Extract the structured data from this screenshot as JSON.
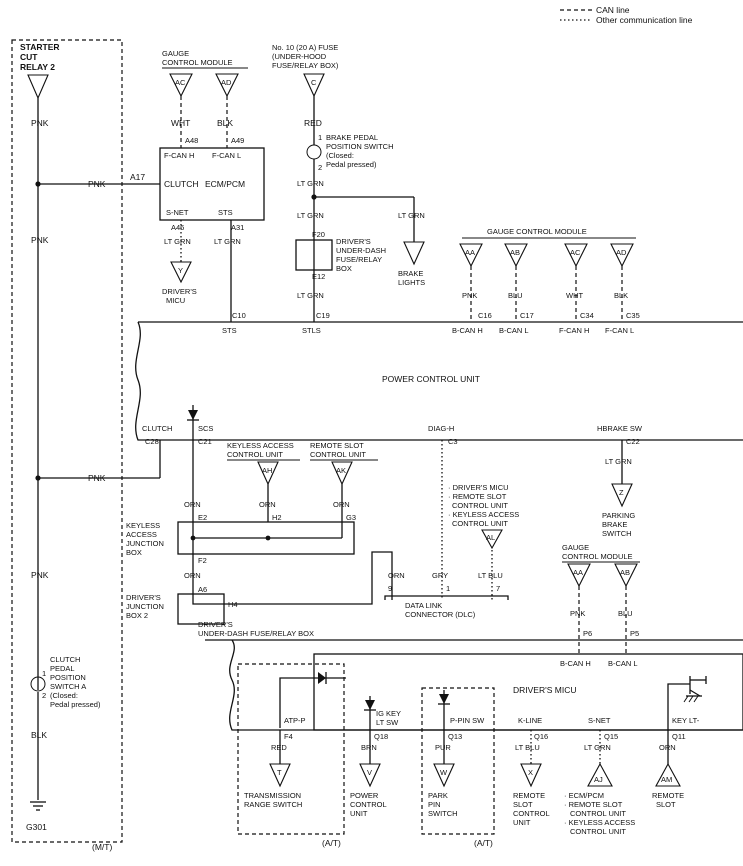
{
  "legend": {
    "can_line": "CAN line",
    "other_line": "Other communication line"
  },
  "starter_cut_relay": {
    "line1": "STARTER",
    "line2": "CUT",
    "line3": "RELAY 2"
  },
  "wire_colors": {
    "pnk": "PNK",
    "blk": "BLK",
    "wht": "WHT",
    "red": "RED",
    "lt_grn": "LT GRN",
    "blu": "BLU",
    "orn": "ORN",
    "gry": "GRY",
    "lt_blu": "LT BLU",
    "brn": "BRN",
    "pur": "PUR"
  },
  "gauge_module_top": {
    "line1": "GAUGE",
    "line2": "CONTROL MODULE",
    "conn1": "AC",
    "conn2": "AD",
    "pin1": "A48",
    "pin2": "A49"
  },
  "fuse": {
    "line1": "No. 10 (20 A) FUSE",
    "line2": "(UNDER-HOOD",
    "line3": "FUSE/RELAY BOX)",
    "conn": "C"
  },
  "brake_switch": {
    "line1": "BRAKE PEDAL",
    "line2": "POSITION SWITCH",
    "line3": "(Closed:",
    "line4": "Pedal pressed)",
    "pin1": "1",
    "pin2": "2"
  },
  "ecm": {
    "fcan_h": "F-CAN H",
    "fcan_l": "F-CAN L",
    "clutch": "CLUTCH",
    "name": "ECM/PCM",
    "snet": "S-NET",
    "sts": "STS",
    "pin_a17": "A17",
    "pin_a46": "A46",
    "pin_a31": "A31"
  },
  "drivers_micu_top": {
    "conn": "Y",
    "line1": "DRIVER'S",
    "line2": "MICU"
  },
  "underdash_top": {
    "f20": "F20",
    "line1": "DRIVER'S",
    "line2": "UNDER-DASH",
    "line3": "FUSE/RELAY",
    "line4": "BOX",
    "e12": "E12"
  },
  "brake_lights": {
    "line1": "BRAKE",
    "line2": "LIGHTS"
  },
  "gauge_module_right": {
    "title": "GAUGE CONTROL MODULE",
    "c1": "AA",
    "c2": "AB",
    "c3": "AC",
    "c4": "AD"
  },
  "pcu": {
    "title": "POWER CONTROL UNIT",
    "pin_c10": "C10",
    "pin_c19": "C19",
    "pin_c16": "C16",
    "pin_c17": "C17",
    "pin_c34": "C34",
    "pin_c35": "C35",
    "sts": "STS",
    "stls": "STLS",
    "bcan_h": "B-CAN H",
    "bcan_l": "B-CAN L",
    "fcan_h": "F-CAN H",
    "fcan_l": "F-CAN L",
    "clutch": "CLUTCH",
    "scs": "SCS",
    "diag": "DIAG-H",
    "hbrake": "HBRAKE SW",
    "pin_c28": "C28",
    "pin_c21": "C21",
    "pin_c3": "C3",
    "pin_c22": "C22"
  },
  "keyless_unit": {
    "conn": "AH",
    "line1": "KEYLESS ACCESS",
    "line2": "CONTROL UNIT"
  },
  "remote_slot_unit": {
    "conn": "AK",
    "line1": "REMOTE SLOT",
    "line2": "CONTROL UNIT"
  },
  "keyless_box": {
    "line1": "KEYLESS",
    "line2": "ACCESS",
    "line3": "JUNCTION",
    "line4": "BOX",
    "e2": "E2",
    "h2": "H2",
    "g3": "G3",
    "f2": "F2"
  },
  "drivers_junction": {
    "line1": "DRIVER'S",
    "line2": "JUNCTION",
    "line3": "BOX 2",
    "a6": "A6",
    "h4": "H4"
  },
  "dlc": {
    "pin9": "9",
    "pin1": "1",
    "pin7": "7",
    "line1": "DATA LINK",
    "line2": "CONNECTOR (DLC)"
  },
  "dlc_note": {
    "line1": "· DRIVER'S MICU",
    "line2": "· REMOTE SLOT",
    "line3": "CONTROL UNIT",
    "line4": "· KEYLESS ACCESS",
    "line5": "CONTROL UNIT",
    "conn": "AL"
  },
  "parking_brake": {
    "conn": "Z",
    "line1": "PARKING",
    "line2": "BRAKE",
    "line3": "SWITCH"
  },
  "gauge_module_lower": {
    "line1": "GAUGE",
    "line2": "CONTROL MODULE",
    "c1": "AA",
    "c2": "AB",
    "p6": "P6",
    "p5": "P5",
    "bcan_h": "B-CAN H",
    "bcan_l": "B-CAN L"
  },
  "underdash_label": {
    "line1": "DRIVER'S",
    "line2": "UNDER-DASH FUSE/RELAY BOX"
  },
  "micu": {
    "title": "DRIVER'S MICU",
    "atp": "ATP-P",
    "ig_key1": "IG KEY",
    "ig_key2": "LT SW",
    "ppin": "P-PIN SW",
    "kline": "K-LINE",
    "snet": "S-NET",
    "keylt": "KEY LT-",
    "f4": "F4",
    "q18": "Q18",
    "q13": "Q13",
    "q16": "Q16",
    "q15": "Q15",
    "q11": "Q11"
  },
  "bottom_units": {
    "t_conn": "T",
    "t1": "TRANSMISSION",
    "t2": "RANGE SWITCH",
    "v_conn": "V",
    "v1": "POWER",
    "v2": "CONTROL",
    "v3": "UNIT",
    "w_conn": "W",
    "w1": "PARK",
    "w2": "PIN",
    "w3": "SWITCH",
    "x_conn": "X",
    "x1": "REMOTE",
    "x2": "SLOT",
    "x3": "CONTROL",
    "x4": "UNIT",
    "aj_conn": "AJ",
    "aj1": "· ECM/PCM",
    "aj2": "· REMOTE SLOT",
    "aj3": "CONTROL UNIT",
    "aj4": "· KEYLESS ACCESS",
    "aj5": "CONTROL UNIT",
    "am_conn": "AM",
    "am1": "REMOTE",
    "am2": "SLOT"
  },
  "clutch_switch": {
    "line1": "CLUTCH",
    "line2": "PEDAL",
    "line3": "POSITION",
    "line4": "SWITCH A",
    "line5": "(Closed:",
    "line6": "Pedal pressed)",
    "pin1": "1",
    "pin2": "2"
  },
  "ground": {
    "label": "G301"
  },
  "variants": {
    "mt": "(M/T)",
    "at": "(A/T)"
  }
}
